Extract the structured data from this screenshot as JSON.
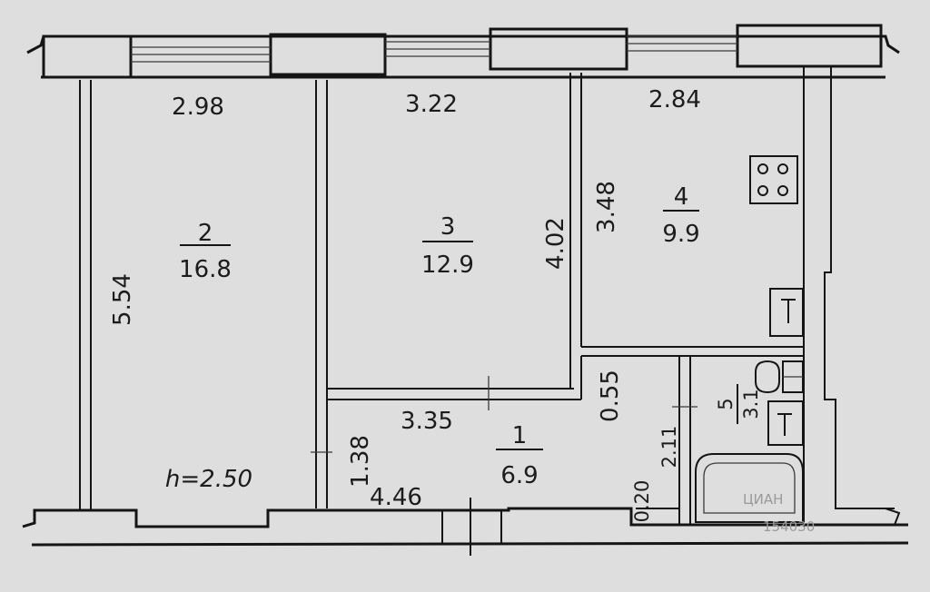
{
  "rooms": [
    {
      "number": "2",
      "area": "16.8"
    },
    {
      "number": "3",
      "area": "12.9"
    },
    {
      "number": "4",
      "area": "9.9"
    },
    {
      "number": "1",
      "area": "6.9"
    },
    {
      "number": "5",
      "area": "3.1"
    }
  ],
  "dimensions": {
    "room2_width": "2.98",
    "room3_width": "3.22",
    "room4_width": "2.84",
    "room2_length": "5.54",
    "room3_length": "4.02",
    "room4_length": "3.48",
    "hall_width": "3.35",
    "hall_depth": "1.38",
    "hall_length": "4.46",
    "passage": "0.55",
    "bath_length": "2.11",
    "niche": "0.20"
  },
  "ceiling_height": "h=2.50",
  "watermark": {
    "brand": "ЦИАН",
    "id": "154030"
  }
}
